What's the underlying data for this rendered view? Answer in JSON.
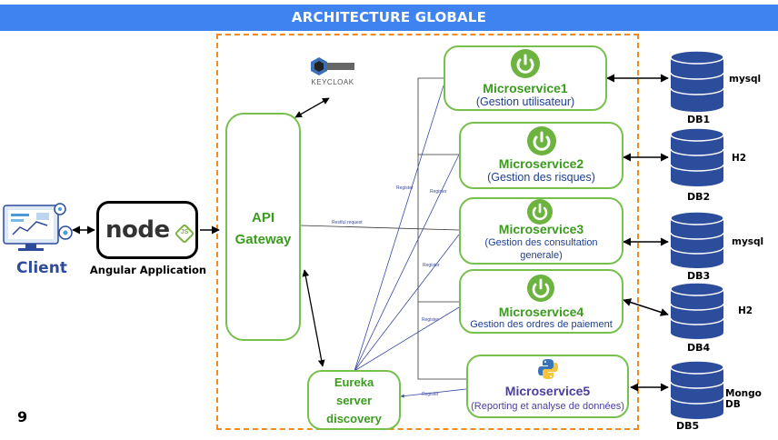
{
  "header": {
    "title": "ARCHITECTURE GLOBALE"
  },
  "client": {
    "label": "Client"
  },
  "angular": {
    "label": "Angular Application",
    "logo_text": "node",
    "logo_badge": "JS"
  },
  "gateway": {
    "line1": "API",
    "line2": "Gateway"
  },
  "keycloak": {
    "label": "KEYCLOAK"
  },
  "eureka": {
    "line1": "Eureka",
    "line2": "server",
    "line3": "discovery"
  },
  "links": {
    "restful": "Restful request",
    "register": "Register"
  },
  "microservices": [
    {
      "title": "Microservice1",
      "subtitle": "(Gestion utilisateur)"
    },
    {
      "title": "Microservice2",
      "subtitle": "(Gestion des risques)"
    },
    {
      "title": "Microservice3",
      "subtitle_line1": "(Gestion des consultation",
      "subtitle_line2": "generale)"
    },
    {
      "title": "Microservice4",
      "subtitle": "Gestion des ordres de paiement"
    },
    {
      "title": "Microservice5",
      "subtitle": "(Reporting et analyse de données)"
    }
  ],
  "databases": [
    {
      "label": "DB1",
      "type": "mysql"
    },
    {
      "label": "DB2",
      "type": "H2"
    },
    {
      "label": "DB3",
      "type": "mysql"
    },
    {
      "label": "DB4",
      "type": "H2"
    },
    {
      "label": "DB5",
      "type": "Mongo DB"
    }
  ],
  "page_number": "9",
  "colors": {
    "header": "#3f83f0",
    "green_border": "#78c04e",
    "green_text": "#3a9c1c",
    "orange": "#f08a24",
    "db_blue": "#2c4c9c",
    "client_blue": "#2e4b9b"
  }
}
